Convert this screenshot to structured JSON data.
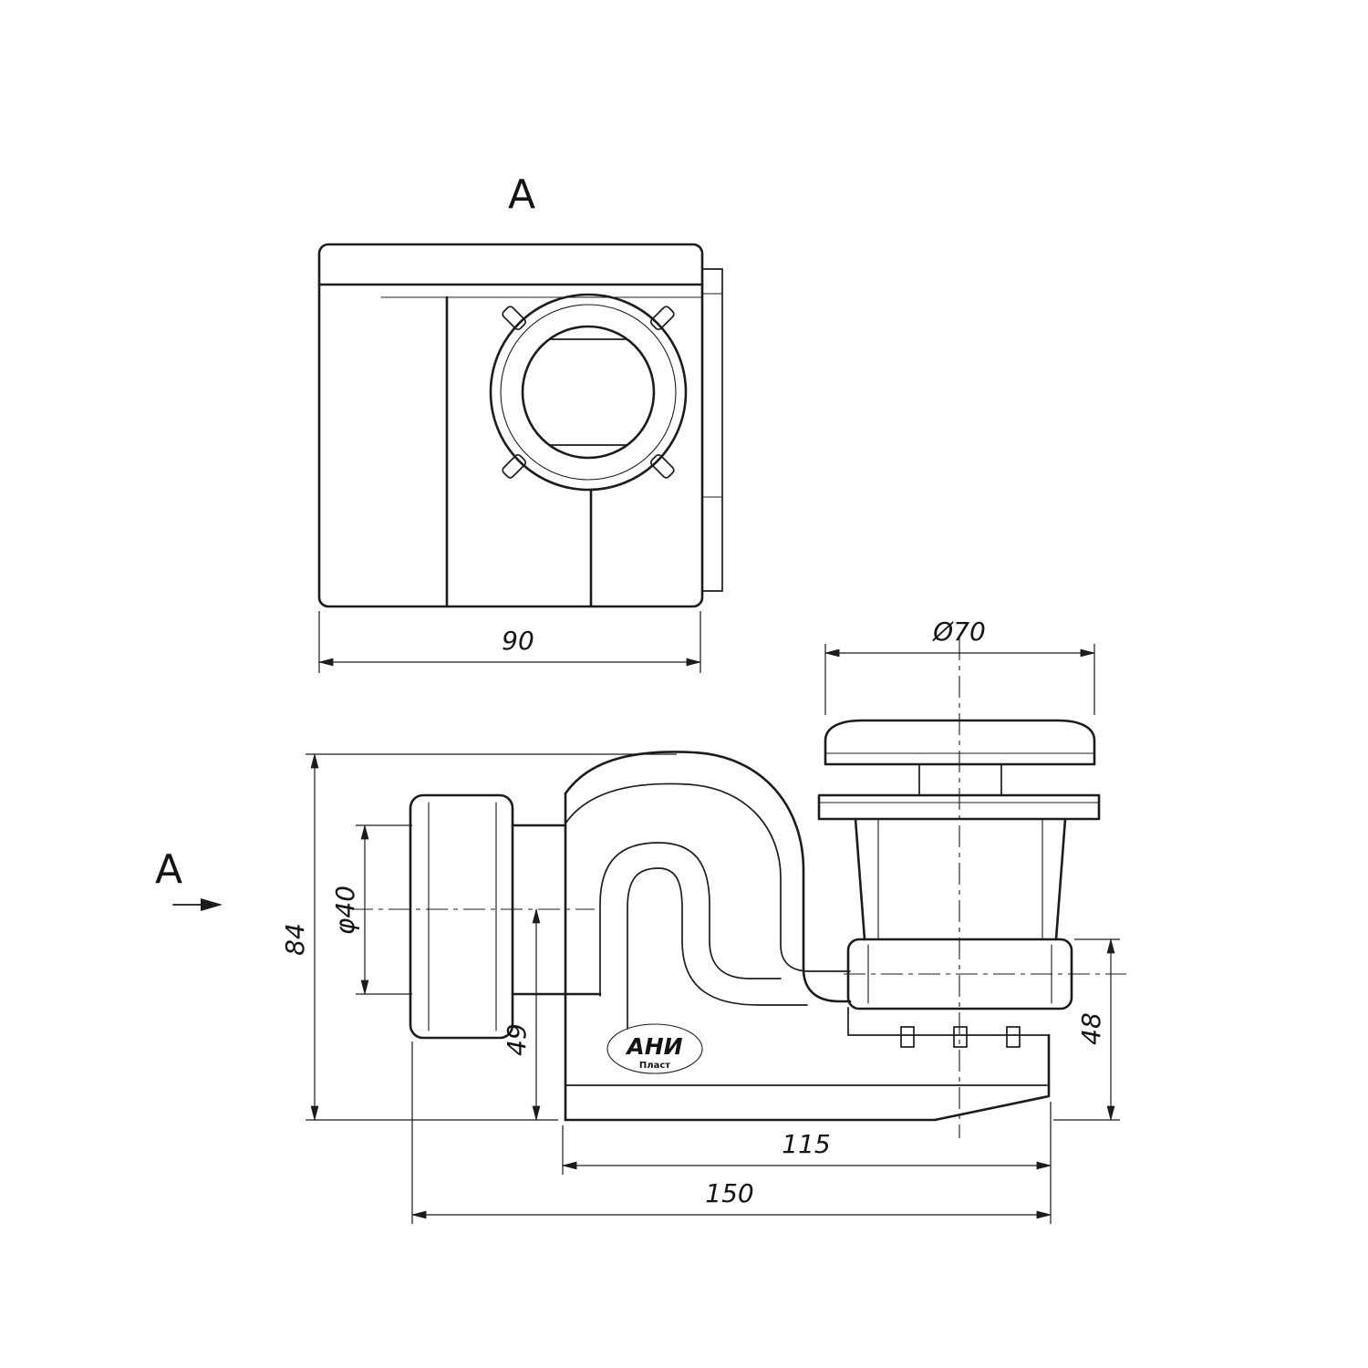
{
  "drawing": {
    "type": "technical-drawing",
    "subject": "bathtub drain siphon (two orthographic views)",
    "colors": {
      "line": "#1c1c1c",
      "background": "#ffffff"
    },
    "view_labels": {
      "top_view": "A",
      "side_arrow": "A"
    },
    "dimensions": {
      "top_view_width": "90",
      "strainer_diameter": "Ø70",
      "inlet_diameter": "φ40",
      "overall_height": "84",
      "inlet_axis_height": "49",
      "outlet_height": "48",
      "base_length": "115",
      "overall_length": "150"
    },
    "logo": {
      "brand": "АНИ",
      "sub": "Пласт"
    }
  }
}
